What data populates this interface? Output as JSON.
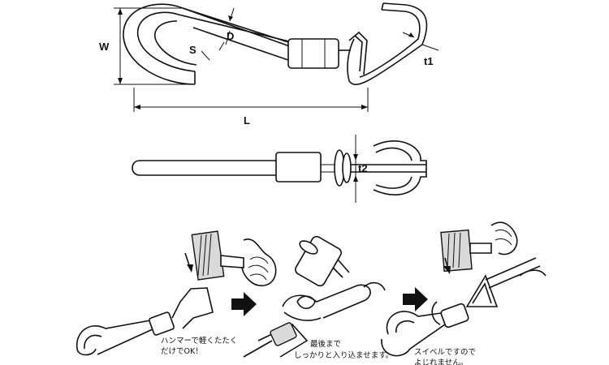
{
  "dimension_labels": {
    "width": "W",
    "depth": "D",
    "gap": "S",
    "length": "L",
    "thickness1": "t1",
    "thickness2": "t2"
  },
  "instructions": {
    "step1_line1": "ハンマーで軽くたたく",
    "step1_line2": "だけでOK！",
    "step2_line1": "最後まで",
    "step2_line2": "しっかりと入り込ませます。",
    "step3_line1": "スイベルですので",
    "step3_line2": "よじれません。"
  },
  "icons": [
    "arrow-right-icon",
    "hammer-icon",
    "pliers-icon",
    "hand-icon"
  ]
}
